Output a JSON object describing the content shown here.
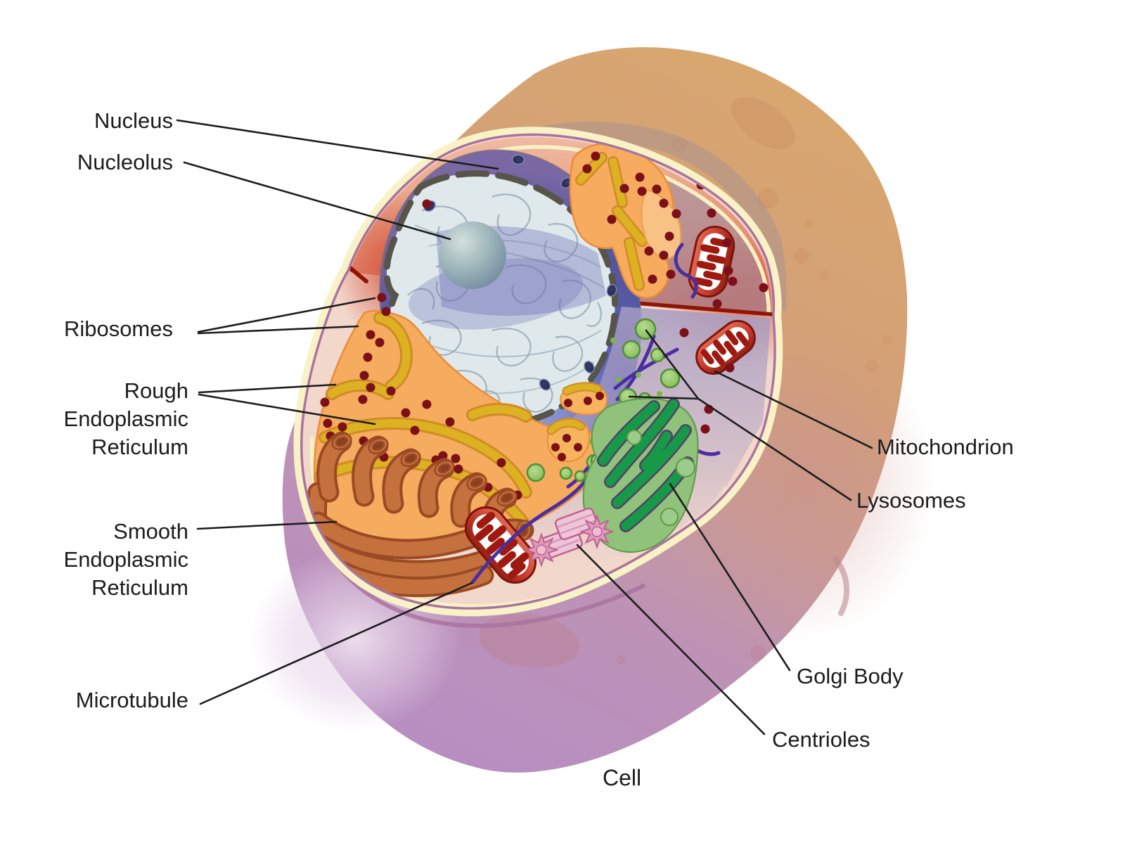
{
  "figure": {
    "type": "biology-cell-cutaway-diagram",
    "labels": {
      "nucleus": "Nucleus",
      "nucleolus": "Nucleolus",
      "ribosomes": "Ribosomes",
      "rough_er": [
        "Rough",
        "Endoplasmic",
        "Reticulum"
      ],
      "smooth_er": [
        "Smooth",
        "Endoplasmic",
        "Reticulum"
      ],
      "microtubule": "Microtubule",
      "mitochondrion": "Mitochondrion",
      "lysosomes": "Lysosomes",
      "golgi_body": "Golgi Body",
      "centrioles": "Centrioles",
      "cell": "Cell"
    },
    "palette": {
      "exterior_tan": "#d8a672",
      "exterior_purple": "#b78ec2",
      "membrane_cream": "#f8f2c6",
      "membrane_mauve": "#a9739f",
      "cytoplasm_pink": "#f2d7cb",
      "cut_face_salmon": "#e8947a",
      "divider_red": "#8e1507",
      "nucleus_blue": "#5d62b0",
      "chromatin_gray": "#dfe9ec",
      "nucleolus_gray": "#9fb6bb",
      "er_orange": "#f6ac5e",
      "er_gold": "#dcb122",
      "smooth_er_brown": "#c4713d",
      "ribosome_dot_red": "#7c1018",
      "mitochondrion_red": "#c63a2c",
      "lysosome_green": "#8fc360",
      "golgi_green": "#169a48",
      "centriole_pink": "#eec5d8",
      "microtubule_purple": "#4a2fa0",
      "label_color": "#1c1c1c"
    }
  }
}
